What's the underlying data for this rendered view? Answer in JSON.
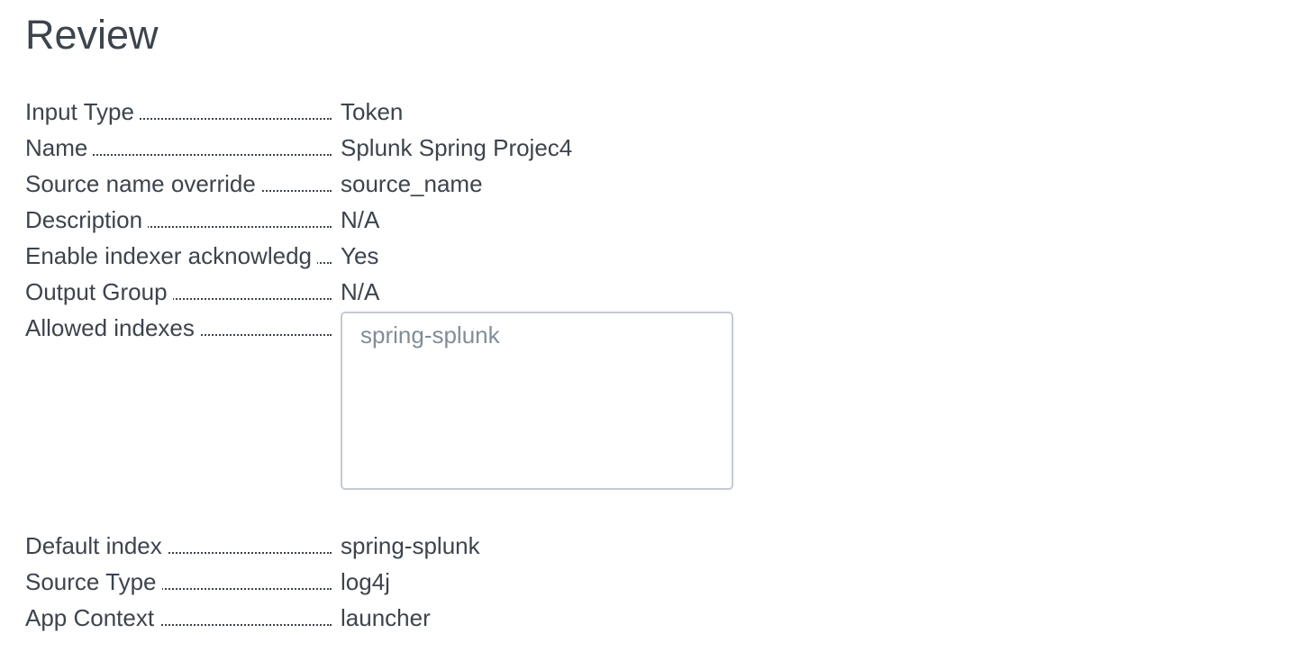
{
  "page": {
    "title": "Review"
  },
  "review": {
    "input_type": {
      "label": "Input Type",
      "value": "Token"
    },
    "name": {
      "label": "Name",
      "value": "Splunk Spring Projec4"
    },
    "source_name_override": {
      "label": "Source name override",
      "value": "source_name"
    },
    "description": {
      "label": "Description",
      "value": "N/A"
    },
    "indexer_ack": {
      "label": "Enable indexer acknowledg",
      "value": "Yes"
    },
    "output_group": {
      "label": "Output Group",
      "value": "N/A"
    },
    "allowed_indexes": {
      "label": "Allowed indexes",
      "items": [
        "spring-splunk"
      ]
    },
    "default_index": {
      "label": "Default index",
      "value": "spring-splunk"
    },
    "source_type": {
      "label": "Source Type",
      "value": "log4j"
    },
    "app_context": {
      "label": "App Context",
      "value": "launcher"
    }
  },
  "colors": {
    "text": "#3c444d",
    "muted_text": "#818d99",
    "box_border": "#c3cbd4",
    "background": "#ffffff"
  }
}
